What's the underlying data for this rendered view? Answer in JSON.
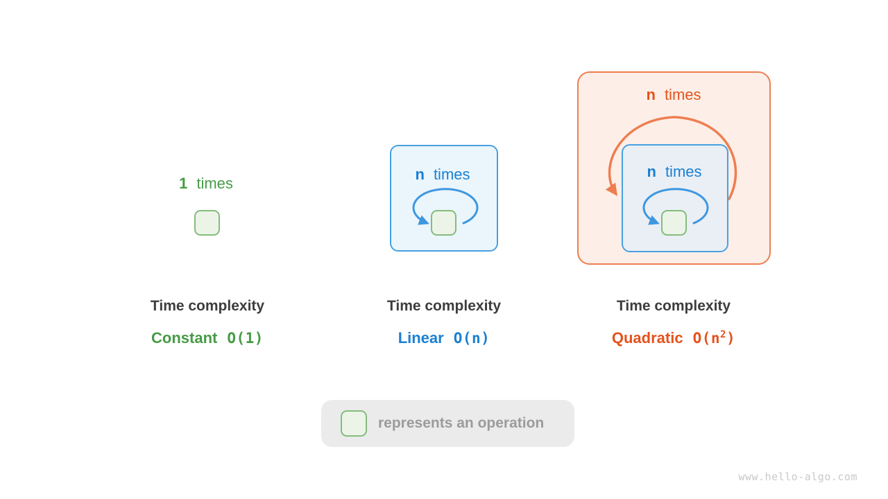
{
  "watermark": "www.hello-algo.com",
  "legend": {
    "symbol": "operation-square",
    "label": "represents an operation"
  },
  "diagrams": {
    "constant": {
      "loop_label": {
        "count": "1",
        "word": "times"
      },
      "caption": "Time complexity",
      "type_name": "Constant",
      "formula": {
        "pre": "O(1)",
        "sup": "",
        "post": ""
      }
    },
    "linear": {
      "loop_label": {
        "count": "n",
        "word": "times"
      },
      "caption": "Time complexity",
      "type_name": "Linear",
      "formula": {
        "pre": "O(n)",
        "sup": "",
        "post": ""
      }
    },
    "quadratic": {
      "outer_loop_label": {
        "count": "n",
        "word": "times"
      },
      "inner_loop_label": {
        "count": "n",
        "word": "times"
      },
      "caption": "Time complexity",
      "type_name": "Quadratic",
      "formula": {
        "pre": "O(n",
        "sup": "2",
        "post": ")"
      }
    }
  },
  "colors": {
    "background": "#FFFFFF",
    "green_text": "#469B46",
    "green_square_border": "#84BC7C",
    "green_square_fill": "#ECF4E8",
    "blue_text": "#1A80D2",
    "blue_border": "#47A0E2",
    "blue_loop_stroke": "#3D97E0",
    "blue_box_fill": "#EAF5FC",
    "blue_box_fill_nested": "#EAEFF5",
    "orange_text": "#E5521C",
    "orange_border": "#EE7E52",
    "orange_box_fill": "#FDEFE7",
    "caption_text": "#3D3D3D",
    "legend_bg": "#EBEBEB",
    "legend_text": "#9B9B9B",
    "watermark_text": "#C9C9C9"
  }
}
